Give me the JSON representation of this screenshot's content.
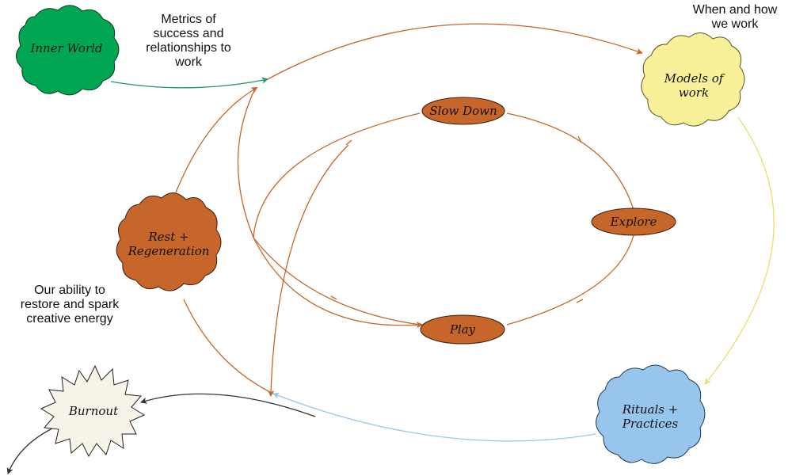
{
  "colors": {
    "orange": "#c7662a",
    "orange_stroke": "#3a1e0c",
    "green": "#00a651",
    "yellow": "#f8f19a",
    "blue": "#98c5eb",
    "burnout": "#f7f3e8",
    "green_arrow": "#1f9a63",
    "yellow_arrow": "#eadf6a",
    "blue_arrow": "#99c6ea",
    "dark_arrow": "#333333"
  },
  "nodes": {
    "inner_world": {
      "lines": [
        "Inner World"
      ],
      "icon": "cloud-shape"
    },
    "models_of_work": {
      "lines": [
        "Models of",
        "work"
      ],
      "icon": "cloud-shape"
    },
    "rest_regeneration": {
      "lines": [
        "Rest +",
        "Regeneration"
      ],
      "icon": "cloud-shape"
    },
    "rituals_practices": {
      "lines": [
        "Rituals +",
        "Practices"
      ],
      "icon": "cloud-shape"
    },
    "burnout": {
      "lines": [
        "Burnout"
      ],
      "icon": "starburst-shape"
    },
    "slow_down": {
      "lines": [
        "Slow Down"
      ],
      "icon": "ellipse-shape"
    },
    "explore": {
      "lines": [
        "Explore"
      ],
      "icon": "ellipse-shape"
    },
    "play": {
      "lines": [
        "Play"
      ],
      "icon": "ellipse-shape"
    }
  },
  "annotations": {
    "metrics": [
      "Metrics of",
      "success and",
      "relationships to",
      "work"
    ],
    "when_how": [
      "When and how",
      "we work"
    ],
    "ability": [
      "Our ability to",
      "restore and spark",
      "creative energy"
    ]
  }
}
